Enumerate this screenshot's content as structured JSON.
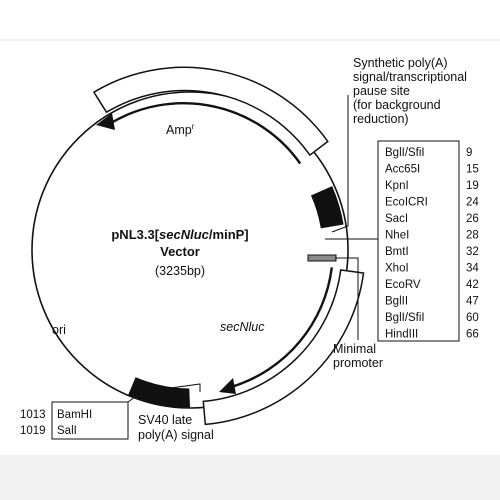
{
  "plasmid": {
    "name_prefix": "pNL3.3[",
    "name_italic": "secNluc",
    "name_suffix": "/minP]",
    "name_line2": "Vector",
    "size": "(3235bp)"
  },
  "features": {
    "amp": "Amp",
    "amp_superscript": "r",
    "ori": "ori",
    "secnluc": "secNluc",
    "sv40_line1": "SV40 late",
    "sv40_line2": "poly(A) signal",
    "minimal_promoter_line1": "Minimal",
    "minimal_promoter_line2": "promoter",
    "synthetic_polya": [
      "Synthetic poly(A)",
      "signal/transcriptional",
      "pause site",
      "(for background",
      "reduction)"
    ]
  },
  "mcs": {
    "sites": [
      {
        "name": "BglI/SfiI",
        "pos": "9"
      },
      {
        "name": "Acc65I",
        "pos": "15"
      },
      {
        "name": "KpnI",
        "pos": "19"
      },
      {
        "name": "EcoICRI",
        "pos": "24"
      },
      {
        "name": "SacI",
        "pos": "26"
      },
      {
        "name": "NheI",
        "pos": "28"
      },
      {
        "name": "BmtI",
        "pos": "32"
      },
      {
        "name": "XhoI",
        "pos": "34"
      },
      {
        "name": "EcoRV",
        "pos": "42"
      },
      {
        "name": "BglII",
        "pos": "47"
      },
      {
        "name": "BglI/SfiI",
        "pos": "60"
      },
      {
        "name": "HindIII",
        "pos": "66"
      }
    ]
  },
  "lower_sites": [
    {
      "pos": "1013",
      "name": "BamHI"
    },
    {
      "pos": "1019",
      "name": "SalI"
    }
  ]
}
